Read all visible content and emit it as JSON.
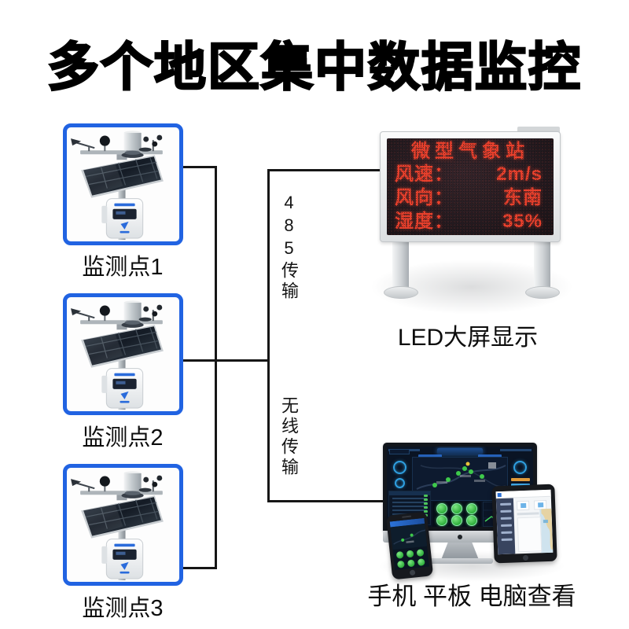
{
  "title": "多个地区集中数据监控",
  "stations": [
    {
      "label": "监测点1"
    },
    {
      "label": "监测点2"
    },
    {
      "label": "监测点3"
    }
  ],
  "connections": {
    "rs485_label": "485传输",
    "wireless_label": "无线传输"
  },
  "led_sign": {
    "caption": "LED大屏显示",
    "screen": {
      "title": "微型气象站",
      "rows": [
        {
          "label": "风速：",
          "value": "2m/s"
        },
        {
          "label": "风向：",
          "value": "东南"
        },
        {
          "label": "湿度：",
          "value": "35%"
        }
      ]
    }
  },
  "devices": {
    "caption": "手机 平板 电脑查看"
  },
  "colors": {
    "accent_blue": "#2163e2",
    "led_red": "#e8402c",
    "status_green": "#3ec94b",
    "line_black": "#161616"
  }
}
